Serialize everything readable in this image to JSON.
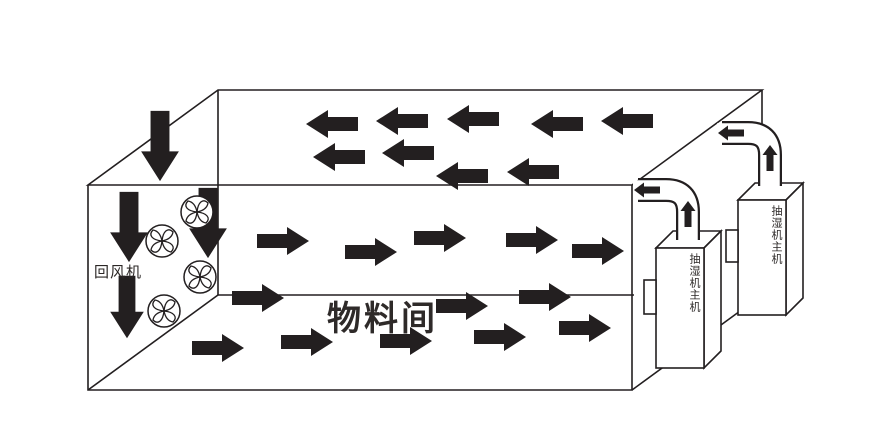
{
  "labels": {
    "material_room": "物料间",
    "return_fan": "回风机",
    "dehumidifier_front": "抽湿机主机",
    "dehumidifier_back": "抽湿机主机"
  },
  "colors": {
    "line": "#231f20",
    "arrow": "#231f20",
    "text": "#2b2726",
    "background": "#ffffff"
  },
  "icons": {
    "fan": "fan-blade-icon",
    "airflow_left": "left-block-arrow-icon",
    "airflow_right": "right-block-arrow-icon",
    "airflow_down": "down-block-arrow-icon",
    "airflow_up": "up-block-arrow-icon"
  }
}
